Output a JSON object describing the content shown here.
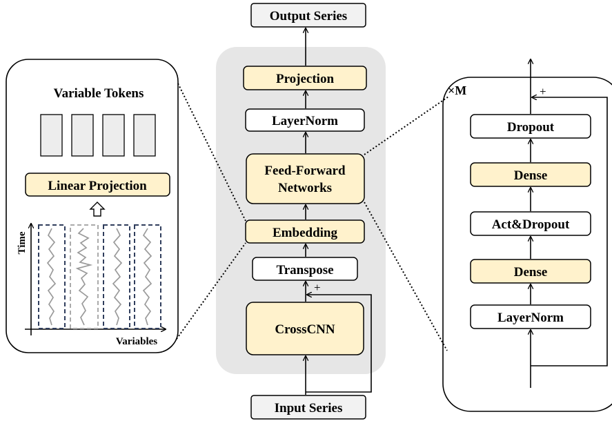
{
  "center": {
    "output": "Output Series",
    "projection": "Projection",
    "layernorm": "LayerNorm",
    "ffn_line1": "Feed-Forward",
    "ffn_line2": "Networks",
    "embedding": "Embedding",
    "transpose": "Transpose",
    "crosscnn": "CrossCNN",
    "input": "Input Series",
    "plus": "+"
  },
  "left_panel": {
    "title": "Variable Tokens",
    "linear_projection": "Linear Projection",
    "y_axis": "Time",
    "x_axis": "Variables"
  },
  "right_panel": {
    "repeat": "×M",
    "plus": "+",
    "dropout": "Dropout",
    "dense_top": "Dense",
    "act_dropout": "Act&Dropout",
    "dense_bottom": "Dense",
    "layernorm": "LayerNorm"
  },
  "colors": {
    "accent_fill": "#FFF2CC",
    "panel_bg": "#E6E6E6",
    "token_fill": "#EDEDED",
    "dashed_dark": "#2F3D5C",
    "dashed_light": "#AAAAAA",
    "wave": "#9A9A9A"
  }
}
